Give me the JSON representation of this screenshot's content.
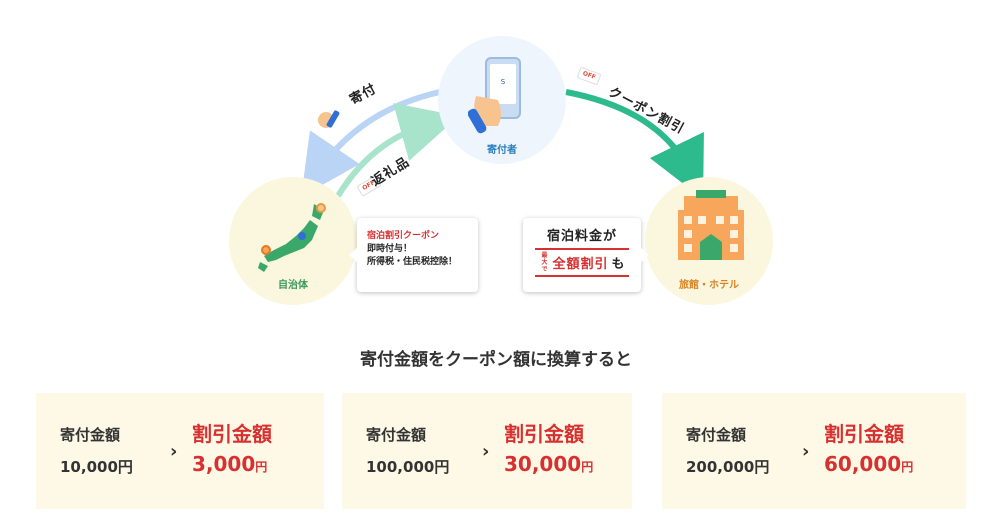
{
  "diagram": {
    "donor_label": "寄付者",
    "municipality_label": "自治体",
    "hotel_label": "旅館・ホテル",
    "arrow_donation": "寄付",
    "arrow_return_gift": "返礼品",
    "arrow_coupon_discount": "クーポン割引",
    "off_tag_text": "OFF",
    "callout_left": {
      "title": "宿泊割引クーポン",
      "line1": "即時付与！",
      "line2": "所得税・住民税控除！"
    },
    "callout_right": {
      "line1": "宿泊料金が",
      "small": "最大で",
      "highlight": "全額割引",
      "suffix": "も"
    },
    "colors": {
      "donation_arrow": "#b9d4f5",
      "return_arrow": "#a8e3cb",
      "coupon_arrow": "#2dba8c",
      "accent_red": "#d63030"
    }
  },
  "section": {
    "title": "寄付金額をクーポン額に換算すると"
  },
  "cards": [
    {
      "donation_label": "寄付金額",
      "donation_amount": "10,000円",
      "discount_label": "割引金額",
      "discount_amount": "3,000",
      "yen": "円"
    },
    {
      "donation_label": "寄付金額",
      "donation_amount": "100,000円",
      "discount_label": "割引金額",
      "discount_amount": "30,000",
      "yen": "円"
    },
    {
      "donation_label": "寄付金額",
      "donation_amount": "200,000円",
      "discount_label": "割引金額",
      "discount_amount": "60,000",
      "yen": "円"
    }
  ],
  "chevron": "›"
}
